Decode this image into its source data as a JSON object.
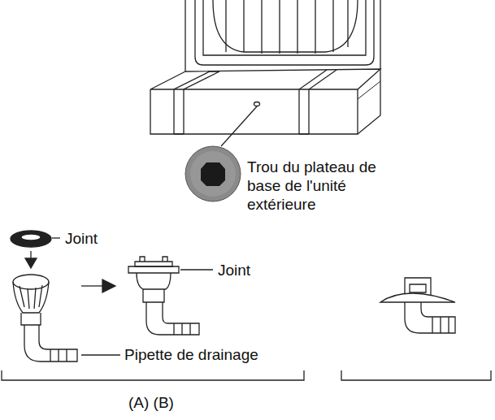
{
  "diagram": {
    "labels": [
      "Trou du plateau de base de l'unité extérieure",
      "Joint",
      "Joint",
      "Pipette de drainage",
      "(A) (B)"
    ]
  }
}
